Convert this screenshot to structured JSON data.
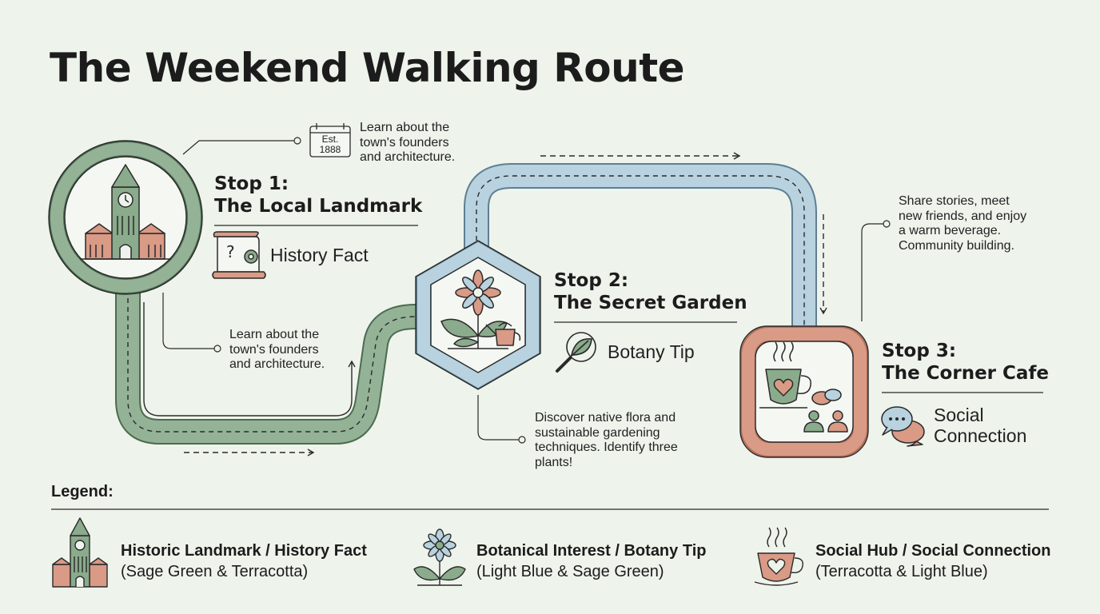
{
  "title": "The Weekend Walking Route",
  "stops": [
    {
      "heading_line1": "Stop 1:",
      "heading_line2": "The Local Landmark",
      "fact_label": "History Fact",
      "fact_icon": "scroll-gear-icon",
      "main_icon": "clock-tower-icon",
      "note_top": [
        "Learn about the",
        "town's founders",
        "and architecture."
      ],
      "note_bottom": [
        "Learn about the",
        "town's founders",
        "and architecture."
      ],
      "calendar_badge": [
        "Est.",
        "1888"
      ]
    },
    {
      "heading_line1": "Stop 2:",
      "heading_line2": "The Secret Garden",
      "fact_label": "Botany Tip",
      "fact_icon": "magnifier-leaf-icon",
      "main_icon": "flower-watering-can-icon",
      "note": [
        "Discover native flora and",
        "sustainable gardening",
        "techniques. Identify three",
        "plants!"
      ]
    },
    {
      "heading_line1": "Stop 3:",
      "heading_line2": "The Corner Cafe",
      "fact_label_line1": "Social",
      "fact_label_line2": "Connection",
      "fact_icon": "chat-bubbles-icon",
      "main_icon": "coffee-cup-people-icon",
      "note": [
        "Share stories, meet",
        "new friends, and enjoy",
        "a warm beverage.",
        "Community building."
      ]
    }
  ],
  "legend": {
    "heading": "Legend:",
    "items": [
      {
        "title": "Historic Landmark / History Fact",
        "subtitle": "(Sage Green & Terracotta)",
        "icon": "clock-tower-icon"
      },
      {
        "title": "Botanical Interest / Botany Tip",
        "subtitle": "(Light Blue & Sage Green)",
        "icon": "flower-icon"
      },
      {
        "title": "Social Hub / Social Connection",
        "subtitle": "(Terracotta & Light Blue)",
        "icon": "coffee-cup-icon"
      }
    ]
  },
  "colors": {
    "background": "#eef3ec",
    "sage_green": "#8aab8c",
    "light_blue": "#b5cfdc",
    "terracotta": "#d99a86",
    "ink": "#2a2a2a"
  }
}
